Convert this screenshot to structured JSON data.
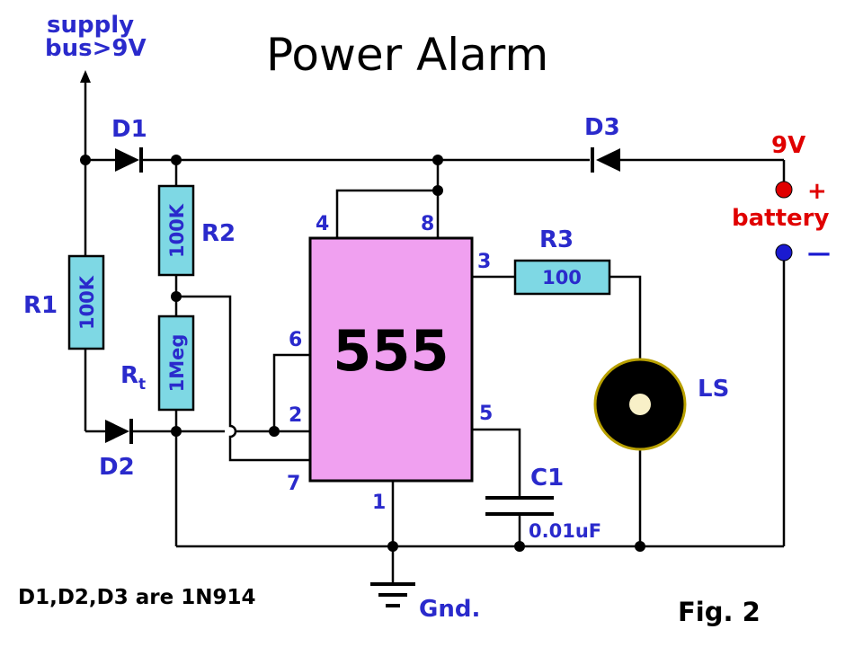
{
  "title": "Power Alarm",
  "supply_label": {
    "line1": "supply",
    "line2": "bus>9V"
  },
  "colors": {
    "label": "#2a2acc",
    "resistor": "#7ed8e4",
    "ic": "#f0a0f0",
    "battery_text": "#e00000",
    "battery_pos": "#e00000",
    "battery_neg": "#1a1ad0",
    "speaker_body": "#000000",
    "speaker_rim": "#b8a000",
    "speaker_core": "#f8f0c8"
  },
  "components": {
    "D1": "D1",
    "D2": "D2",
    "D3": "D3",
    "R1": {
      "name": "R1",
      "value": "100K"
    },
    "R2": {
      "name": "R2",
      "value": "100K"
    },
    "Rt": {
      "name": "R",
      "sub": "t",
      "value": "1Meg"
    },
    "R3": {
      "name": "R3",
      "value": "100"
    },
    "C1": {
      "name": "C1",
      "value": "0.01uF"
    },
    "LS": "LS",
    "IC": "555"
  },
  "pins": {
    "p4": "4",
    "p8": "8",
    "p3": "3",
    "p6": "6",
    "p2": "2",
    "p7": "7",
    "p5": "5",
    "p1": "1"
  },
  "battery": {
    "voltage": "9V",
    "label": "battery",
    "plus": "+",
    "minus": "—"
  },
  "ground_label": "Gnd.",
  "note": "D1,D2,D3 are 1N914",
  "figure": "Fig. 2"
}
